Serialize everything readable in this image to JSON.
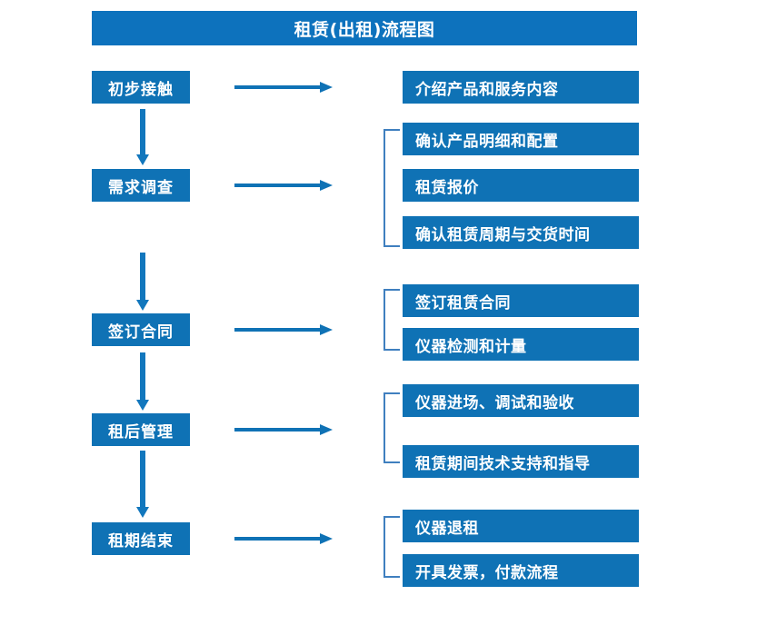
{
  "header": {
    "title": "租赁(出租)流程图",
    "bar_color": "#0d72bd"
  },
  "theme": {
    "box_fill": "#0f72b5",
    "box_text": "#ffffff",
    "arrow_color": "#1277bd",
    "bracket_color": "#3f7fbf",
    "background": "#ffffff"
  },
  "flow": {
    "stages": [
      {
        "id": "stage-1",
        "label": "初步接触"
      },
      {
        "id": "stage-2",
        "label": "需求调查"
      },
      {
        "id": "stage-3",
        "label": "签订合同"
      },
      {
        "id": "stage-4",
        "label": "租后管理"
      },
      {
        "id": "stage-5",
        "label": "租期结束"
      }
    ],
    "groups": [
      {
        "stage": "初步接触",
        "bracketed": false,
        "details": [
          "介绍产品和服务内容"
        ]
      },
      {
        "stage": "需求调查",
        "bracketed": true,
        "details": [
          "确认产品明细和配置",
          "租赁报价",
          "确认租赁周期与交货时间"
        ]
      },
      {
        "stage": "签订合同",
        "bracketed": true,
        "details": [
          "签订租赁合同",
          "仪器检测和计量"
        ]
      },
      {
        "stage": "租后管理",
        "bracketed": true,
        "details": [
          "仪器进场、调试和验收",
          "租赁期间技术支持和指导"
        ]
      },
      {
        "stage": "租期结束",
        "bracketed": true,
        "details": [
          "仪器退租",
          "开具发票，付款流程"
        ]
      }
    ],
    "details_flat": [
      "介绍产品和服务内容",
      "确认产品明细和配置",
      "租赁报价",
      "确认租赁周期与交货时间",
      "签订租赁合同",
      "仪器检测和计量",
      "仪器进场、调试和验收",
      "租赁期间技术支持和指导",
      "仪器退租",
      "开具发票，付款流程"
    ]
  }
}
